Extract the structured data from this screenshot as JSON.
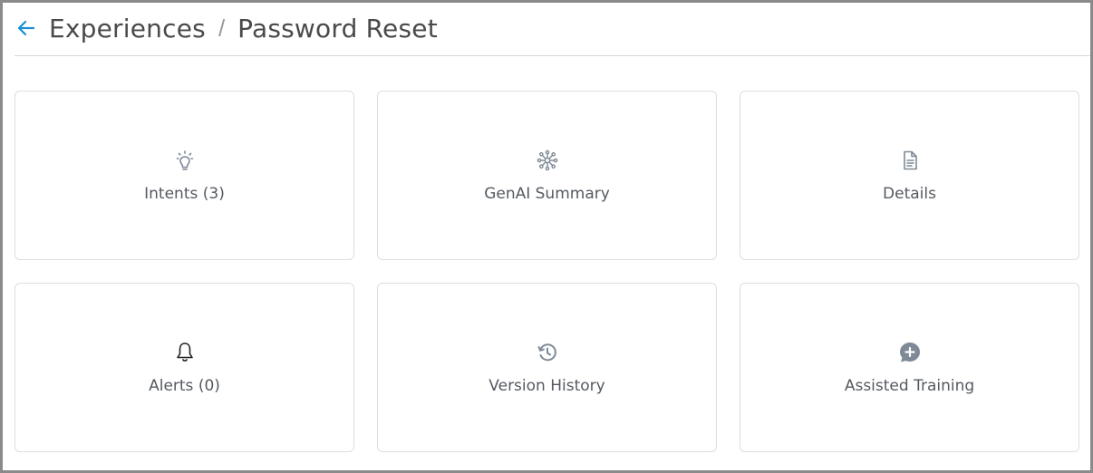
{
  "header": {
    "breadcrumb_root": "Experiences",
    "separator": "/",
    "breadcrumb_current": "Password Reset",
    "back_icon": "arrow-left-icon"
  },
  "cards": [
    {
      "label": "Intents (3)",
      "icon": "lightbulb-icon"
    },
    {
      "label": "GenAI Summary",
      "icon": "network-icon"
    },
    {
      "label": "Details",
      "icon": "document-icon"
    },
    {
      "label": "Alerts (0)",
      "icon": "bell-icon"
    },
    {
      "label": "Version History",
      "icon": "history-icon"
    },
    {
      "label": "Assisted Training",
      "icon": "chat-plus-icon"
    }
  ],
  "colors": {
    "accent": "#1a8fd6",
    "icon": "#7e8a96",
    "text": "#555a60",
    "border": "#dedede"
  }
}
